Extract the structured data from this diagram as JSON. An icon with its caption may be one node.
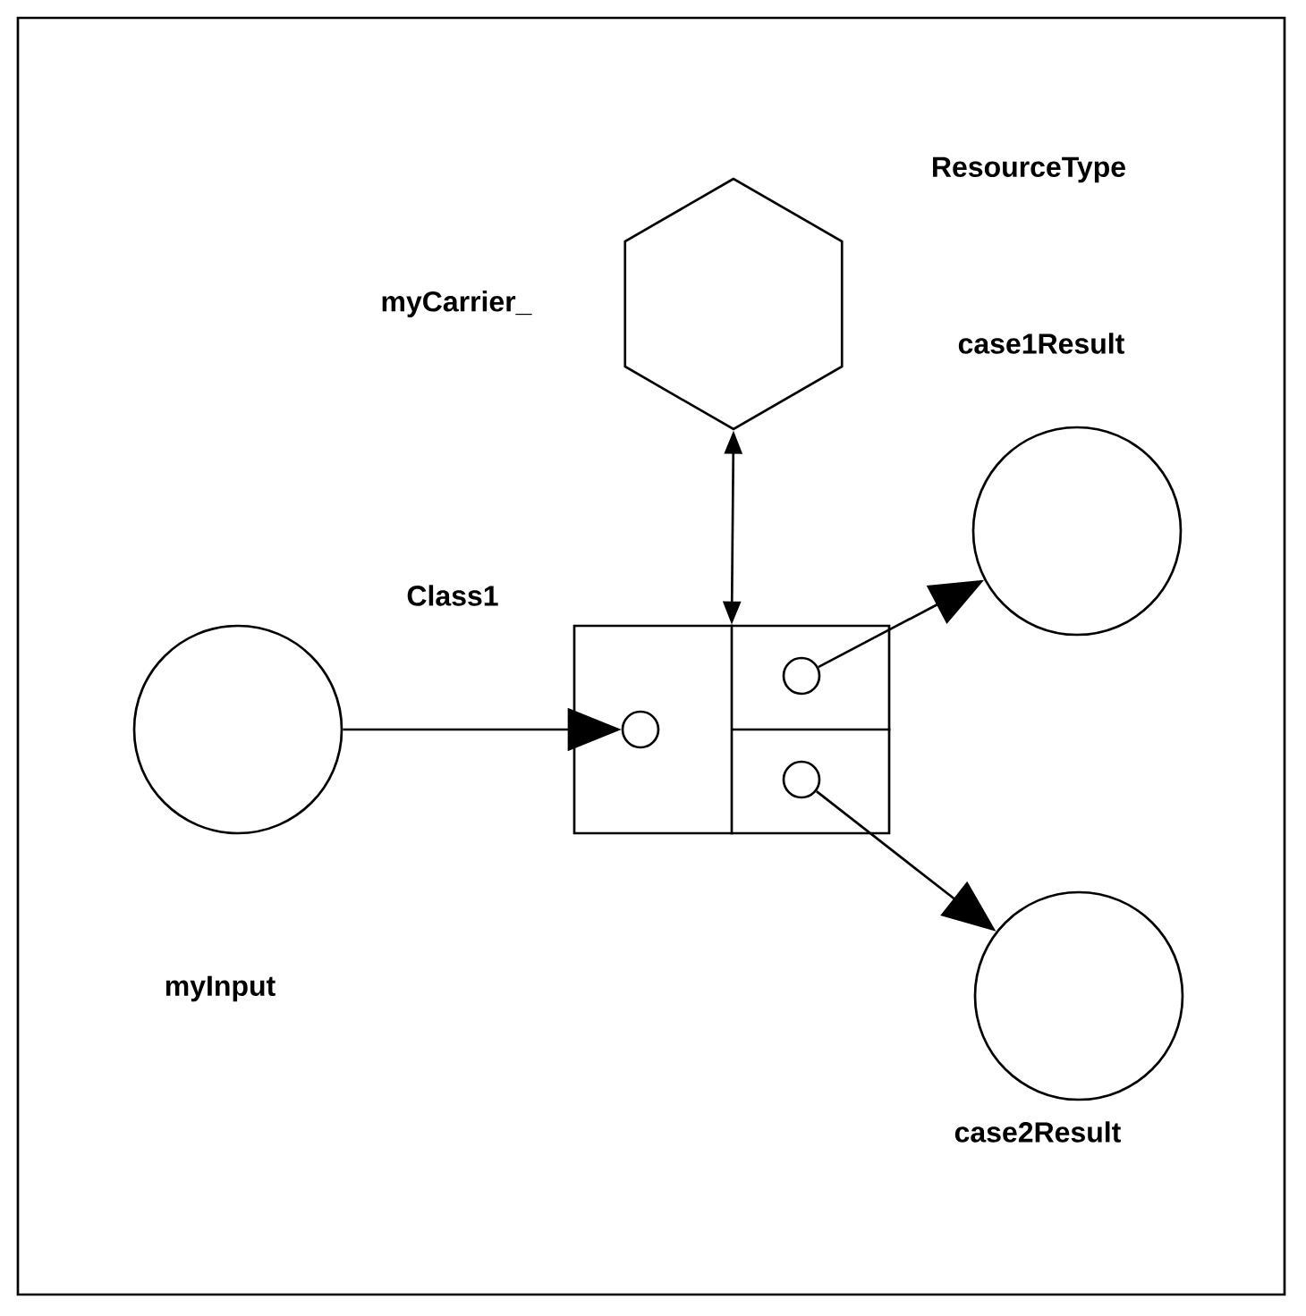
{
  "diagram": {
    "nodes": [
      {
        "text": [
          "ResourceType"
        ]
      },
      {
        "text": [],
        "shape": "hexagon",
        "beside": [
          "myCarrier_"
        ],
        "in": 0
      },
      {
        "text": [],
        "shape": "circle",
        "beside": [
          "case1Result"
        ],
        "in": 0
      },
      {
        "text": [],
        "shape": "box",
        "beside": [
          "Class1"
        ],
        "in": 0
      },
      {
        "text": [],
        "shape": "circle",
        "in": 3
      },
      {
        "text": [],
        "shape": "circle",
        "in": 3
      },
      {
        "text": [],
        "shape": "circle",
        "in": 3
      },
      {
        "text": [],
        "shape": "circle",
        "in": 0
      },
      {
        "text": [],
        "shape": "circle",
        "beside": [
          "case2Result"
        ],
        "in": 0
      }
    ],
    "edges": [
      {
        "from": 1,
        "to": 3,
        "arrow": "both"
      },
      {
        "from": 7,
        "to": 4,
        "arrow": "to"
      },
      {
        "from": 5,
        "to": 2,
        "arrow": "to"
      },
      {
        "from": 6,
        "to": 8,
        "arrow": "to"
      }
    ],
    "labels": [
      "myInput"
    ]
  }
}
